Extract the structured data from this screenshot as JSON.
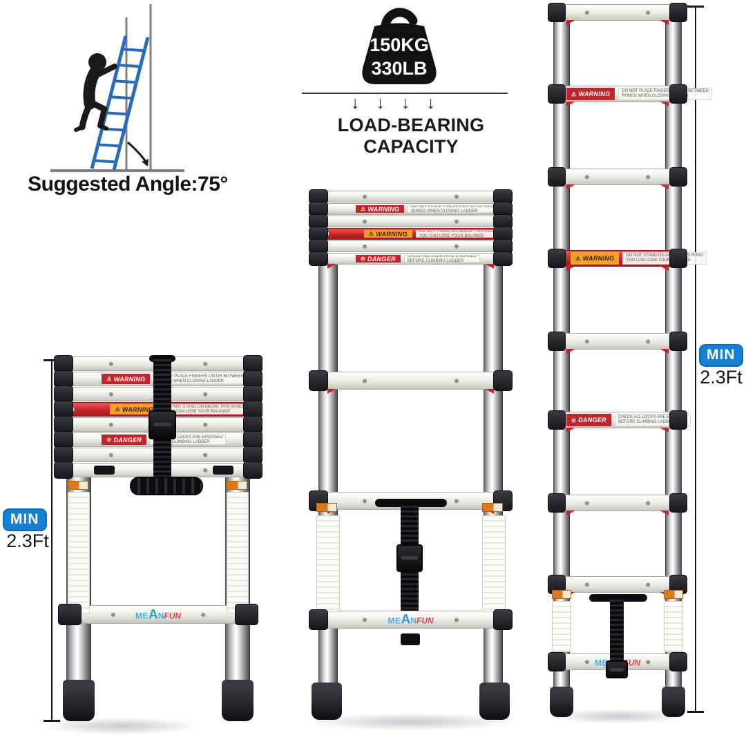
{
  "angle_diagram": {
    "caption": "Suggested Angle:75°"
  },
  "capacity_diagram": {
    "weight_kg": "150KG",
    "weight_lb": "330LB",
    "caption": "LOAD-BEARING CAPACITY",
    "arrow_glyph": "↓"
  },
  "min_markers": {
    "left": {
      "badge": "MIN",
      "value": "2.3Ft"
    },
    "right": {
      "badge": "MIN",
      "value": "2.3Ft"
    }
  },
  "stickers": {
    "warning_top": {
      "icon_glyph": "⚠",
      "icon_name": "pinch-hazard-icon",
      "title": "WARNING",
      "line1": "DO NOT PLACE FINGERS ON OR BETWEEN",
      "line2": "RUNGS WHEN CLOSING LADDER"
    },
    "warning_rung": {
      "icon_glyph": "⚠",
      "icon_name": "fall-hazard-icon",
      "title": "WARNING",
      "line1": "DO NOT STAND ON ABOVE THIS RUNG",
      "line2": "YOU CAN LOSE YOUR BALANCE"
    },
    "danger": {
      "icon_glyph": "⊘",
      "icon_name": "prohibition-icon",
      "title": "DANGER",
      "line1": "CHECK ALL LOCKS ARE ENGAGED",
      "line2": "BEFORE CLIMBING LADDER"
    }
  },
  "brand": {
    "p1": "ME",
    "p2": "A",
    "p3": "N",
    "p4": "FUN"
  },
  "colors": {
    "accent_blue": "#1580d2",
    "warning_red": "#c0262c",
    "warning_orange": "#efa225",
    "brand_blue": "#3db3e3",
    "brand_red": "#e2424a",
    "illustration_blue": "#2b6cb8"
  }
}
